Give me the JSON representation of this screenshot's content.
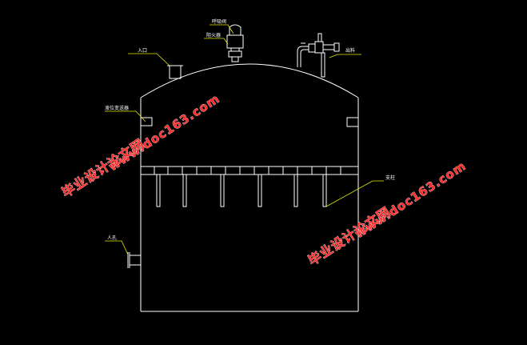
{
  "labels": {
    "vent_valve": "呼吸阀",
    "flame_arrester": "阻火器",
    "inlet_top": "入口",
    "outlet_top": "出料",
    "level_gauge": "液位变送器",
    "support": "支柱",
    "manhole": "人孔"
  },
  "watermarks": [
    {
      "url": "www.doc163.com",
      "cn": "毕业设计论文网"
    },
    {
      "url": "www.doc163.com",
      "cn": "毕业设计论文网"
    }
  ],
  "colors": {
    "background": "#000000",
    "outline": "#ffffff",
    "leader": "#e8e800",
    "watermark": "#ff2a2a"
  }
}
